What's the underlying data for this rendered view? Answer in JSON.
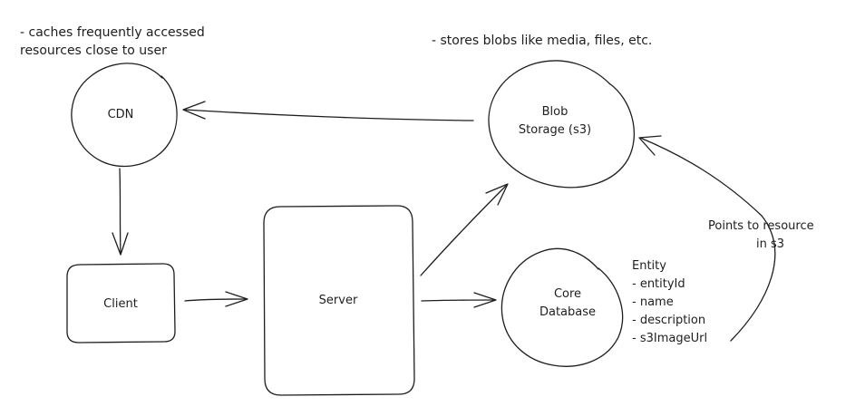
{
  "notes": {
    "cdn_line1": "- caches frequently accessed",
    "cdn_line2": "resources close to user",
    "blob": "- stores blobs like media, files, etc."
  },
  "nodes": {
    "cdn": "CDN",
    "blob_line1": "Blob",
    "blob_line2": "Storage (s3)",
    "client": "Client",
    "server": "Server",
    "db_line1": "Core",
    "db_line2": "Database"
  },
  "entity": {
    "title": "Entity",
    "fields": [
      "- entityId",
      "- name",
      "- description",
      "- s3ImageUrl"
    ]
  },
  "pointer_label": {
    "line1": "Points to resource",
    "line2": "in s3"
  },
  "colors": {
    "ink": "#1e1e1e",
    "background": "#ffffff"
  }
}
